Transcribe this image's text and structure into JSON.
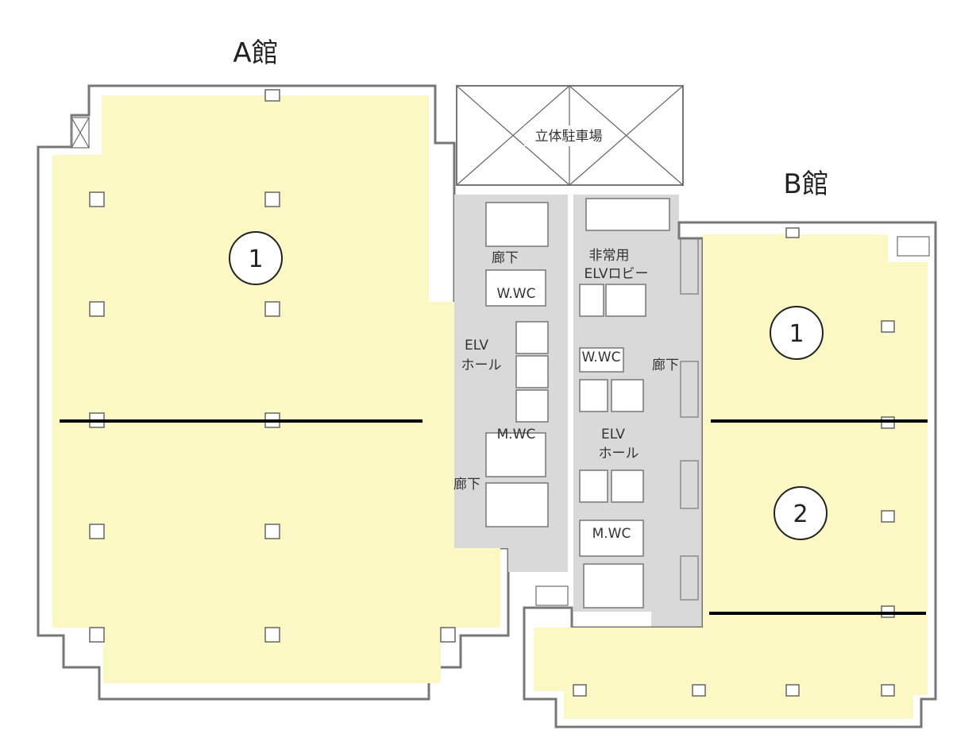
{
  "buildings": {
    "a": {
      "label": "A館",
      "zones": [
        "1"
      ]
    },
    "b": {
      "label": "B館",
      "zones": [
        "1",
        "2"
      ]
    }
  },
  "rooms": {
    "parking": "立体駐車場",
    "corridor_a_top": "廊下",
    "wwc_a": "W.WC",
    "elv_hall_a_1": "ELV",
    "elv_hall_a_2": "ホール",
    "mwc_a": "M.WC",
    "corridor_a_bottom": "廊下",
    "emergency_1": "非常用",
    "emergency_2": "ELVロビー",
    "wwc_b": "W.WC",
    "corridor_b": "廊下",
    "elv_hall_b_1": "ELV",
    "elv_hall_b_2": "ホール",
    "mwc_b": "M.WC"
  },
  "colors": {
    "tenant_area": "#fbf8c3",
    "core_area": "#d9d9d9",
    "divider": "#000000",
    "wall": "#777777"
  }
}
